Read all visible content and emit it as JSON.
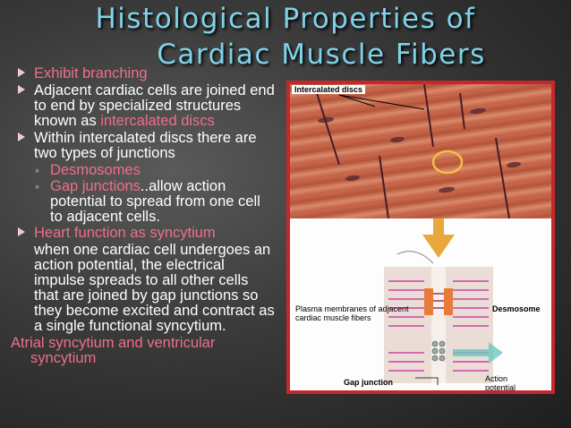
{
  "slide": {
    "title_line1": "Histological Properties of",
    "title_line2": "Cardiac Muscle Fibers",
    "bullets": {
      "b1": "Exhibit branching",
      "b2_a": "Adjacent cardiac cells are joined end to end by specialized structures known as",
      "b2_b": "intercalated discs",
      "b3": "Within intercalated discs there are two types of junctions",
      "s1": "Desmosomes",
      "s2_a": "Gap junctions",
      "s2_b": "..allow action potential to spread from one cell to adjacent cells.",
      "b4": "Heart function as syncytium",
      "b4_text": "when one cardiac cell undergoes an action potential, the electrical impulse spreads to all other cells that are joined by gap junctions so they become excited and contract as a single functional syncytium.",
      "foot_a": "Atrial syncytium and ventricular",
      "foot_b": "syncytium"
    }
  },
  "figure": {
    "photo_label": "Intercalated discs",
    "plasma_label": "Plasma membranes of adjacent cardiac muscle fibers",
    "desmosome_label": "Desmosome",
    "gap_label": "Gap junction",
    "action_label": "Action potential",
    "colors": {
      "frame": "#c4282c",
      "muscle": "#c96a4c",
      "arrow": "#e8a83a",
      "fiber": "#d46ab0",
      "teal": "#6cc7c0"
    }
  }
}
